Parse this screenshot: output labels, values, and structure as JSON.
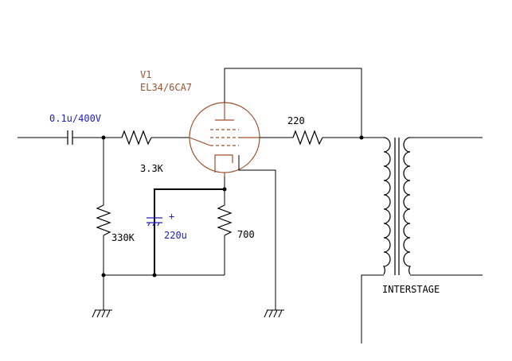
{
  "colors": {
    "wire": "#000000",
    "tube": "#a0522d",
    "capacitor_label": "#2020c0",
    "background": "#ffffff"
  },
  "tube": {
    "ref": "V1",
    "type": "EL34/6CA7"
  },
  "components": {
    "input_cap": {
      "value": "0.1u/400V"
    },
    "grid_stopper": {
      "value": "3.3K"
    },
    "plate_resistor": {
      "value": "220"
    },
    "grid_leak": {
      "value": "330K"
    },
    "bypass_cap": {
      "value": "220u",
      "polarity": "+"
    },
    "cathode_resistor": {
      "value": "700"
    },
    "transformer": {
      "label": "INTERSTAGE"
    }
  }
}
